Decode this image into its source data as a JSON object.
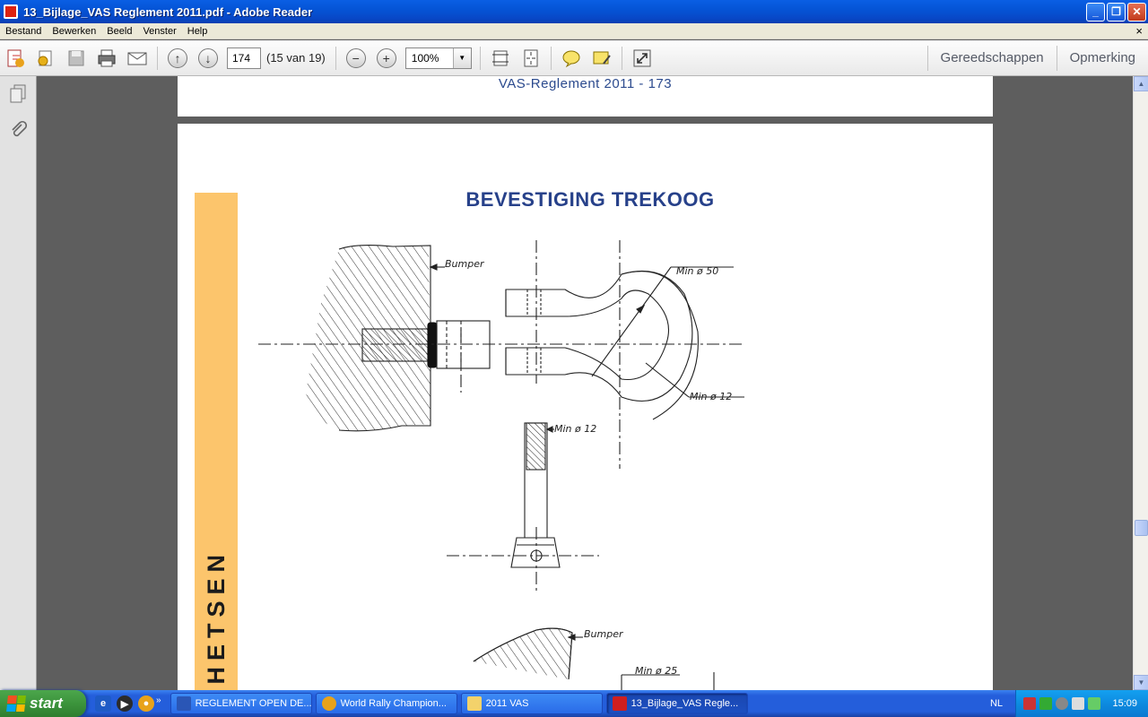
{
  "window": {
    "title": "13_Bijlage_VAS Reglement 2011.pdf - Adobe Reader"
  },
  "menu": [
    "Bestand",
    "Bewerken",
    "Beeld",
    "Venster",
    "Help"
  ],
  "toolbar": {
    "page_value": "174",
    "page_of": "(15 van 19)",
    "zoom_value": "100%",
    "tools_label": "Gereedschappen",
    "comment_label": "Opmerking"
  },
  "document": {
    "header": "VAS-Reglement 2011  -  173",
    "side_label": "SCHETSEN",
    "title": "BEVESTIGING TREKOOG",
    "drawing_labels": {
      "bumper_top": "Bumper",
      "min50": "Min ø 50",
      "min12_right": "Min ø 12",
      "min12_stem": "Min ø 12",
      "bumper_bottom": "Bumper",
      "min25": "Min ø 25"
    }
  },
  "taskbar": {
    "start_label": "start",
    "tasks": [
      {
        "label": "REGLEMENT OPEN DE...",
        "color": "#2a56b6",
        "glyph": "W"
      },
      {
        "label": "World Rally Champion...",
        "color": "#e8a21a",
        "glyph": "●"
      },
      {
        "label": "2011 VAS",
        "color": "#f3d26b",
        "glyph": "▭"
      },
      {
        "label": "13_Bijlage_VAS Regle...",
        "color": "#cf1f1f",
        "glyph": "▲"
      }
    ],
    "language": "NL",
    "clock": "15:09"
  },
  "colors": {
    "orange_band": "#fcc56c",
    "title_blue": "#27418a",
    "titlebar_blue": "#0554d6",
    "taskbar_blue": "#245edb",
    "start_green": "#3c943c"
  }
}
